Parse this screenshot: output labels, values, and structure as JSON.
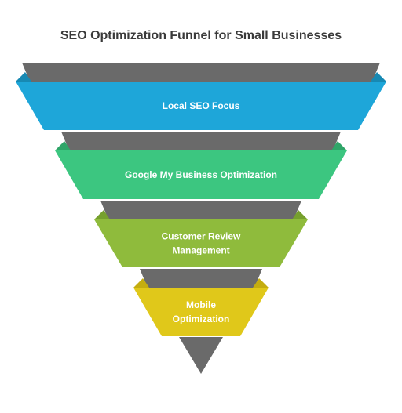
{
  "title": "SEO Optimization Funnel for Small Businesses",
  "layers": [
    {
      "label": [
        "Local SEO Focus"
      ],
      "color": "#1ea6d9",
      "fold": "#1789b3"
    },
    {
      "label": [
        "Google My Business Optimization"
      ],
      "color": "#3cc680",
      "fold": "#2fa568"
    },
    {
      "label": [
        "Customer Review",
        "Management"
      ],
      "color": "#8fbb3c",
      "fold": "#76a02d"
    },
    {
      "label": [
        "Mobile",
        "Optimization"
      ],
      "color": "#e0c81a",
      "fold": "#c4ad10"
    }
  ],
  "shadow_color": "#6a6a6a"
}
